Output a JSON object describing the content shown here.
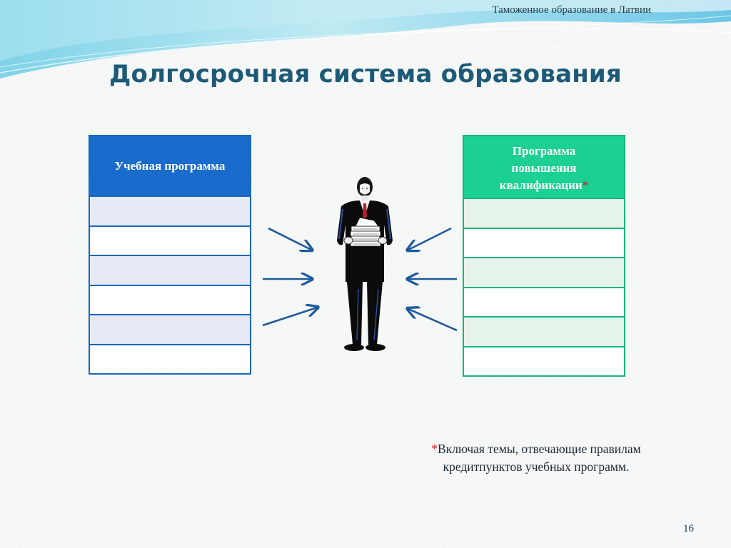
{
  "header": {
    "text": "Таможенное образование в Латвии"
  },
  "title": "Долгосрочная система образования",
  "left_table": {
    "heading": "Учебная программа",
    "rows": [
      "",
      "",
      "",
      "",
      "",
      ""
    ]
  },
  "right_table": {
    "heading_lines": [
      "Программа",
      "повышения",
      "квалификации"
    ],
    "asterisk": "*",
    "rows": [
      "",
      "",
      "",
      "",
      "",
      ""
    ]
  },
  "figure": {
    "icon": "businessman-holding-papers-icon"
  },
  "footnote": {
    "asterisk": "*",
    "line1": "Включая темы, отвечающие правилам",
    "line2": "кредитпунктов учебных программ."
  },
  "page_number": "16",
  "colors": {
    "title": "#1d5a78",
    "left_header": "#1a6ccc",
    "right_header": "#1ccf93",
    "arrow": "#1f5a9c",
    "asterisk": "#e0242b"
  }
}
